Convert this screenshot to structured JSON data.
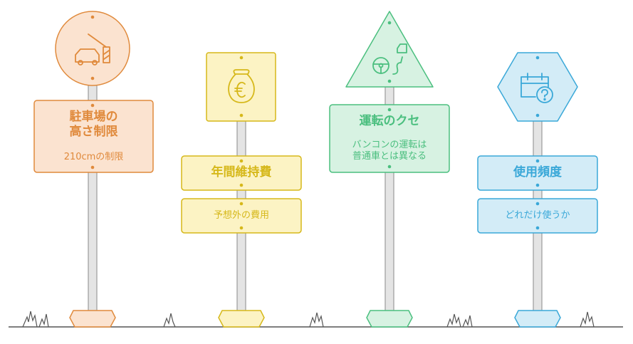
{
  "signs": [
    {
      "title": "駐車場の\n高さ制限",
      "subtitle": "210cmの制限",
      "icon": "car-barrier-icon"
    },
    {
      "title": "年間維持費",
      "subtitle": "予想外の費用",
      "icon": "euro-money-bag-icon"
    },
    {
      "title": "運転のクセ",
      "subtitle": "バンコンの運転は\n普通車とは異なる",
      "icon": "steering-wheel-route-icon"
    },
    {
      "title": "使用頻度",
      "subtitle": "どれだけ使うか",
      "icon": "calendar-question-icon"
    }
  ],
  "colors": {
    "orange_fill": "#fbe3d0",
    "orange_stroke": "#e08a3c",
    "yellow_fill": "#fcf3c4",
    "yellow_stroke": "#d6b81a",
    "green_fill": "#d7f2e2",
    "green_stroke": "#4bbf7f",
    "blue_fill": "#d3ecf7",
    "blue_stroke": "#3aa8d8",
    "pole": "#e4e4e4",
    "pole_stroke": "#9a9a9a",
    "ground": "#555555"
  }
}
